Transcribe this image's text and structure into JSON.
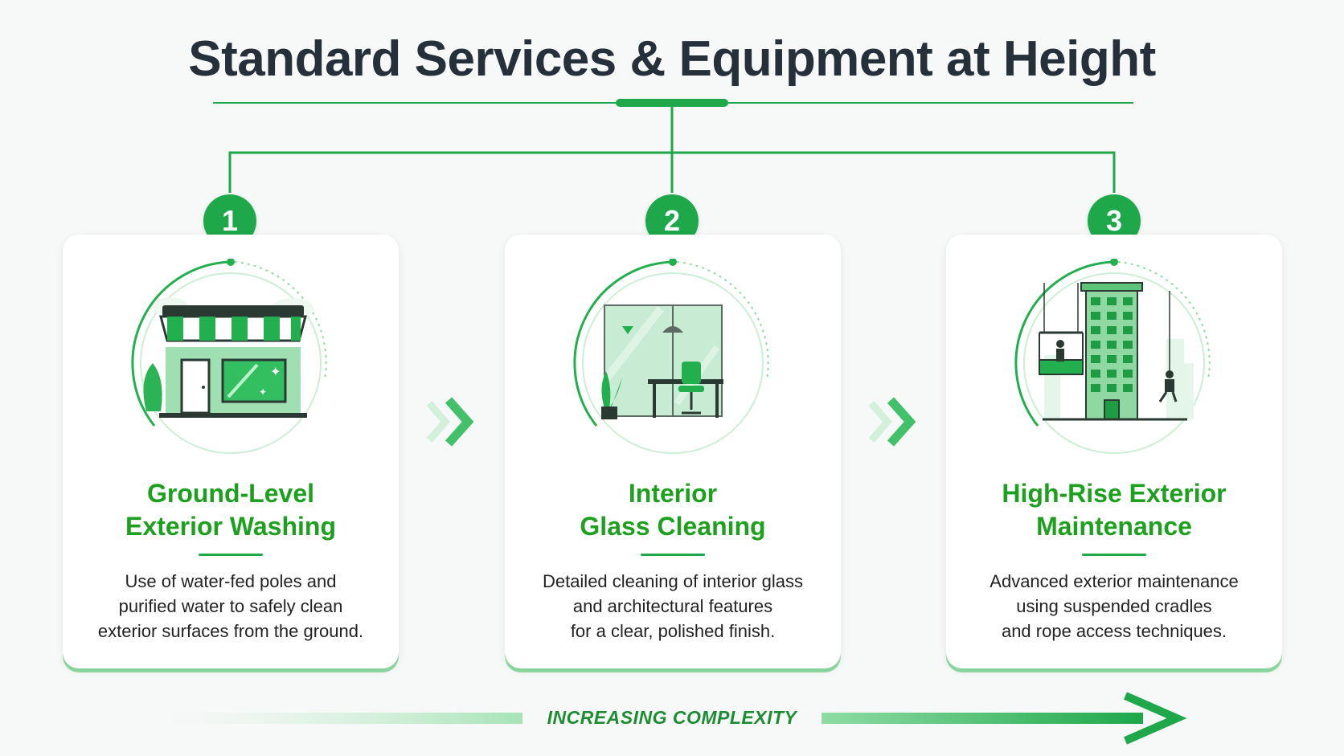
{
  "title": "Standard Services & Equipment at Height",
  "colors": {
    "accent": "#1ea84a",
    "heading": "#26303a",
    "card_title": "#1ea01f"
  },
  "steps": [
    {
      "number": "1",
      "title_line1": "Ground-Level",
      "title_line2": "Exterior Washing",
      "desc_line1": "Use of water-fed poles and",
      "desc_line2": "purified water to safely clean",
      "desc_line3": "exterior surfaces from the ground.",
      "icon": "storefront-icon"
    },
    {
      "number": "2",
      "title_line1": "Interior",
      "title_line2": "Glass Cleaning",
      "desc_line1": "Detailed cleaning of interior glass",
      "desc_line2": "and architectural features",
      "desc_line3": "for a clear, polished finish.",
      "icon": "office-interior-icon"
    },
    {
      "number": "3",
      "title_line1": "High-Rise Exterior",
      "title_line2": "Maintenance",
      "desc_line1": "Advanced exterior maintenance",
      "desc_line2": "using suspended cradles",
      "desc_line3": "and rope access techniques.",
      "icon": "high-rise-building-icon"
    }
  ],
  "footer": {
    "label": "INCREASING COMPLEXITY"
  }
}
